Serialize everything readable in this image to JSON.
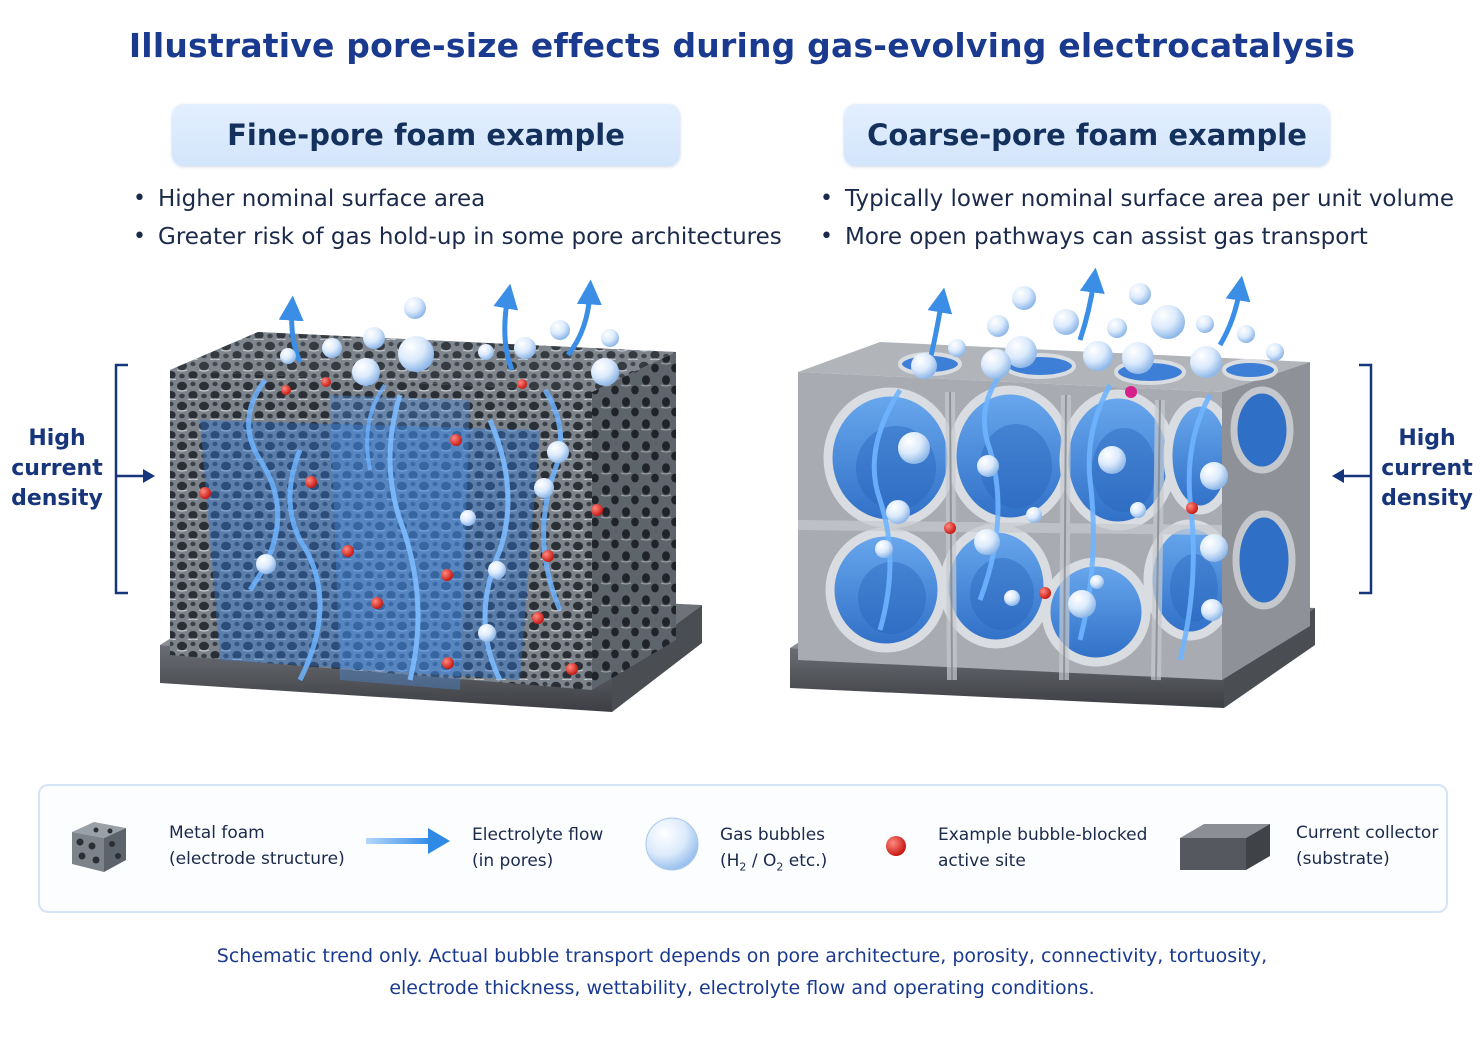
{
  "title": "Illustrative pore-size effects during gas-evolving electrocatalysis",
  "panels": [
    {
      "heading": "Fine-pore foam example",
      "bullets": [
        "Higher nominal surface area",
        "Greater risk of gas hold-up in some pore architectures"
      ],
      "side_label": [
        "High",
        "current",
        "density"
      ]
    },
    {
      "heading": "Coarse-pore foam example",
      "bullets": [
        "Typically lower nominal surface area per unit volume",
        "More open pathways can assist gas transport"
      ],
      "side_label": [
        "High",
        "current",
        "density"
      ]
    }
  ],
  "legend": {
    "metal_foam": [
      "Metal foam",
      "(electrode structure)"
    ],
    "electrolyte_flow": [
      "Electrolyte flow",
      "(in pores)"
    ],
    "gas_bubbles": [
      "Gas bubbles",
      "(H",
      "2",
      " / O",
      "2",
      " etc.)"
    ],
    "blocked_site": [
      "Example bubble-blocked",
      "active site"
    ],
    "current_collector": [
      "Current collector",
      "(substrate)"
    ]
  },
  "footnote": [
    "Schematic trend only. Actual bubble transport depends on pore architecture, porosity, connectivity, tortuosity,",
    "electrode thickness, wettability, electrolyte flow and operating conditions."
  ],
  "colors": {
    "title": "#1a3a8f",
    "electrolyte": "#2f7ddc",
    "blocked_site": "#e0201b",
    "metal": "#8a8f96",
    "substrate": "#5a5d63"
  }
}
